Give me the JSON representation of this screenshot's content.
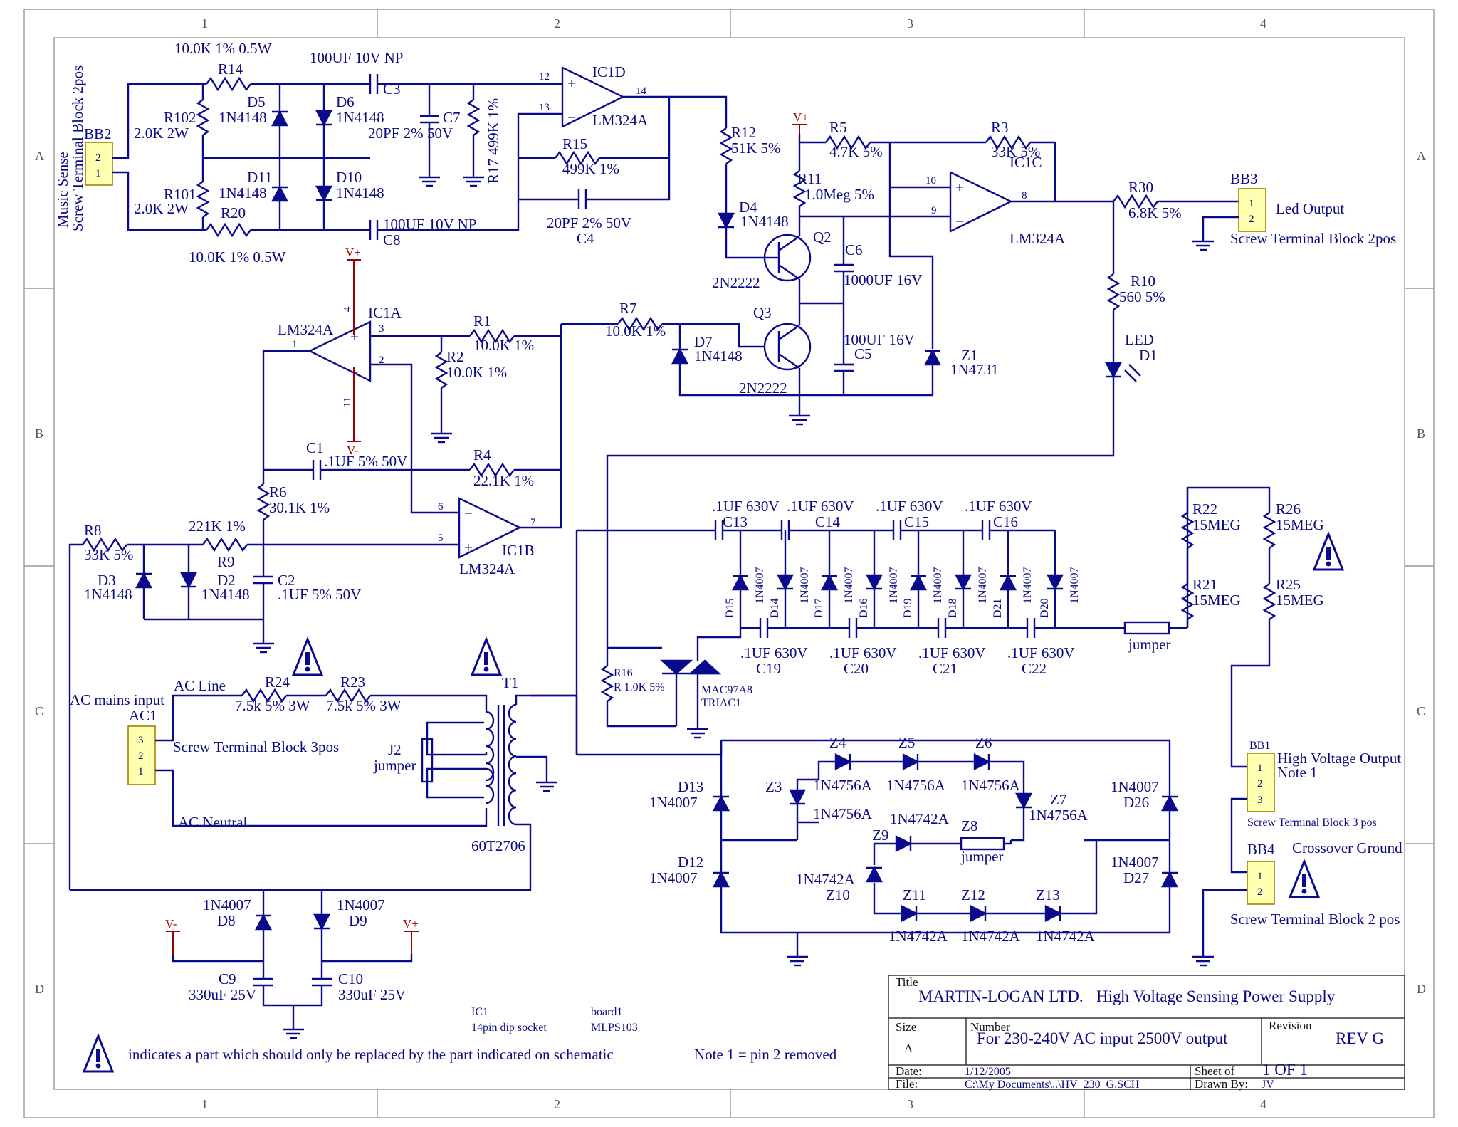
{
  "grid": {
    "columns": [
      "1",
      "2",
      "3",
      "4"
    ],
    "rows": [
      "A",
      "B",
      "C",
      "D"
    ]
  },
  "title_block": {
    "title_label": "Title",
    "company": "MARTIN-LOGAN LTD.",
    "title": "High Voltage Sensing Power Supply",
    "size_label": "Size",
    "size": "A",
    "number_label": "Number",
    "number": "For 230-240V AC input 2500V output",
    "revision_label": "Revision",
    "revision": "REV G",
    "date_label": "Date:",
    "date": "1/12/2005",
    "sheet_label": "Sheet    of",
    "sheet": "1 OF 1",
    "file_label": "File:",
    "file": "C:\\My Documents\\..\\HV_230_G.SCH",
    "drawn_label": "Drawn By:",
    "drawn": "JV"
  },
  "notes": {
    "warning": "indicates a part which should only be replaced by the part indicated on schematic",
    "note1": "Note 1 = pin 2 removed",
    "ic1_ref": "IC1",
    "ic1_desc": "14pin dip socket",
    "board_ref": "board1",
    "board_desc": "MLPS103"
  },
  "labels": {
    "music_sense_1": "Music Sense",
    "music_sense_2": "Screw Terminal Block 2pos",
    "bb2": "BB2",
    "r14": "R14",
    "r14_v": "10.0K 1% 0.5W",
    "r20": "R20",
    "r20_v": "10.0K 1% 0.5W",
    "r102": "R102",
    "r102_v": "2.0K 2W",
    "r101": "R101",
    "r101_v": "2.0K 2W",
    "d5": "D5",
    "d5_v": "1N4148",
    "d6": "D6",
    "d6_v": "1N4148",
    "d11": "D11",
    "d11_v": "1N4148",
    "d10": "D10",
    "d10_v": "1N4148",
    "c3_v": "100UF 10V NP",
    "c3": "C3",
    "c8_v": "100UF 10V NP",
    "c8": "C8",
    "c7": "C7",
    "c7_v": "20PF 2% 50V",
    "r17": "R17 499K 1%",
    "r15": "R15",
    "r15_v": "499K 1%",
    "c4": "C4",
    "c4_v": "20PF 2% 50V",
    "ic1d": "IC1D",
    "ic1d_v": "LM324A",
    "r12": "R12",
    "r12_v": "51K 5%",
    "d4": "D4",
    "d4_v": "1N4148",
    "vplus": "V+",
    "vminus": "V-",
    "r5": "R5",
    "r5_v": "4.7K 5%",
    "r11": "R11",
    "r11_v": "1.0Meg 5%",
    "r3": "R3",
    "r3_v": "33K 5%",
    "ic1c": "IC1C",
    "ic1c_v": "LM324A",
    "q2": "Q2",
    "q2_v": "2N2222",
    "q3": "Q3",
    "q3_v": "2N2222",
    "c6": "C6",
    "c6_v": "1000UF 16V",
    "c5": "C5",
    "c5_v": "100UF 16V",
    "z1": "Z1",
    "z1_v": "1N4731",
    "r30": "R30",
    "r30_v": "6.8K 5%",
    "bb3": "BB3",
    "led_output": "Led Output",
    "bb3_desc": "Screw Terminal Block 2pos",
    "r10": "R10",
    "r10_v": "560 5%",
    "led": "LED",
    "d1": "D1",
    "ic1a": "IC1A",
    "ic1a_v": "LM324A",
    "r1": "R1",
    "r1_v": "10.0K 1%",
    "r2": "R2",
    "r2_v": "10.0K 1%",
    "r7": "R7",
    "r7_v": "10.0K 1%",
    "d7": "D7",
    "d7_v": "1N4148",
    "c1": "C1",
    "c1_v": ".1UF 5% 50V",
    "r4": "R4",
    "r4_v": "22.1K 1%",
    "r6": "R6",
    "r6_v": "30.1K 1%",
    "r8": "R8",
    "r8_v": "33K 5%",
    "r9": "R9",
    "r9_v": "221K 1%",
    "d3": "D3",
    "d3_v": "1N4148",
    "d2": "D2",
    "d2_v": "1N4148",
    "c2": "C2",
    "c2_v": ".1UF 5% 50V",
    "ic1b": "IC1B",
    "ic1b_v": "LM324A",
    "c13": "C13",
    "c14": "C14",
    "c15": "C15",
    "c16": "C16",
    "c19": "C19",
    "c20": "C20",
    "c21": "C21",
    "c22": "C22",
    "cap630": ".1UF 630V",
    "d15": "D15",
    "d14": "D14",
    "d17": "D17",
    "d16": "D16",
    "d19": "D19",
    "d18": "D18",
    "d21": "D21",
    "d20": "D20",
    "n4007": "1N4007",
    "r16": "R16",
    "r16_v": "R 1.0K 5%",
    "triac": "MAC97A8",
    "triac1": "TRIAC1",
    "jumper": "jumper",
    "r22": "R22",
    "r21": "R21",
    "r26": "R26",
    "r25": "R25",
    "meg15": "15MEG",
    "ac_line": "AC Line",
    "ac_mains": "AC mains input",
    "ac1": "AC1",
    "ac1_desc": "Screw Terminal Block 3pos",
    "ac_neutral": "AC Neutral",
    "r24": "R24",
    "r24_v": "7.5k 5% 3W",
    "r23": "R23",
    "r23_v": "7.5k 5% 3W",
    "t1": "T1",
    "t1_v": "60T2706",
    "j2": "J2",
    "j2_v": "jumper",
    "d13": "D13",
    "d12": "D12",
    "d26": "D26",
    "d27": "D27",
    "z3": "Z3",
    "z4": "Z4",
    "z5": "Z5",
    "z6": "Z6",
    "z7": "Z7",
    "n4756": "1N4756A",
    "n4742": "1N4742A",
    "z8": "Z8",
    "z9": "Z9",
    "z10": "Z10",
    "z11": "Z11",
    "z12": "Z12",
    "z13": "Z13",
    "bb1": "BB1",
    "hv_output": "High Voltage Output",
    "note1": "Note 1",
    "bb1_desc": "Screw Terminal Block 3 pos",
    "bb4": "BB4",
    "crossover": "Crossover Ground",
    "bb4_desc": "Screw Terminal Block 2 pos",
    "d8": "D8",
    "d9": "D9",
    "c9": "C9",
    "c9_v": "330uF 25V",
    "c10": "C10",
    "c10_v": "330uF 25V",
    "p1": "1",
    "p2": "2",
    "p3": "3",
    "p4": "4",
    "p5": "5",
    "p6": "6",
    "p7": "7",
    "p8": "8",
    "p9": "9",
    "p10": "10",
    "p11": "11",
    "p12": "12",
    "p13": "13",
    "p14": "14"
  }
}
